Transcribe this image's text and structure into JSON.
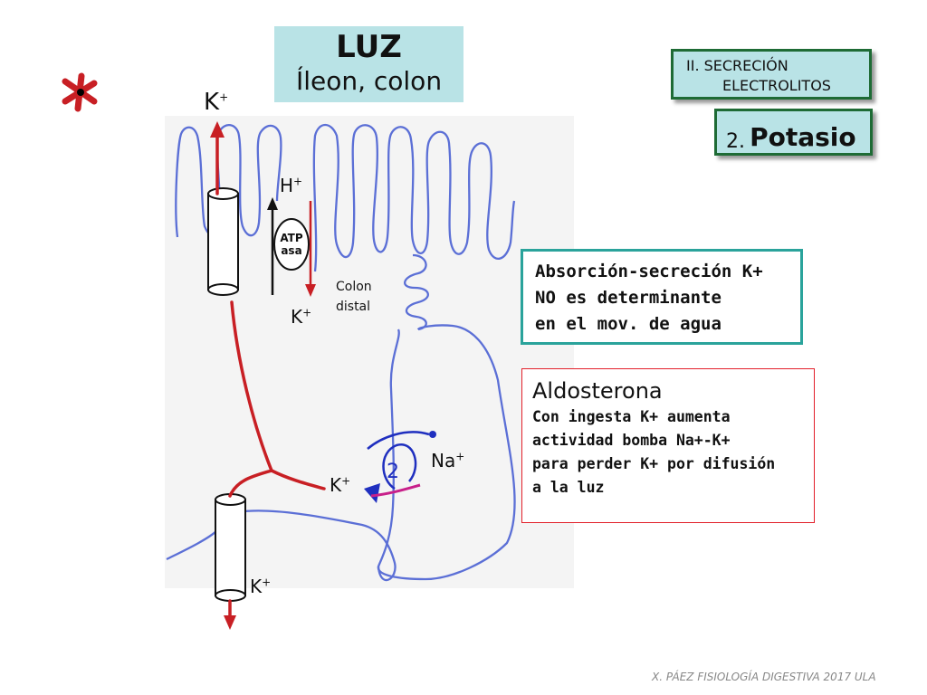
{
  "header": {
    "luz_title": "LUZ",
    "luz_subtitle": "Íleon, colon",
    "section_line1": "II. SECRECIÓN",
    "section_line2": "ELECTROLITOS",
    "topic_number": "2.",
    "topic_label": "Potasio"
  },
  "diagram": {
    "k_top": "K",
    "h_label": "H",
    "atp_line1": "ATP",
    "atp_line2": "asa",
    "k_pump": "K",
    "colon_line1": "Colon",
    "colon_line2": "distal",
    "k_mid": "K",
    "na_label": "Na",
    "k_bottom": "K",
    "plus": "+"
  },
  "info_box": {
    "lines": [
      "Absorción-secreción K+",
      "NO es determinante",
      "en el mov. de agua"
    ]
  },
  "aldosterone": {
    "title": "Aldosterona",
    "lines": [
      "Con ingesta K+ aumenta",
      "actividad bomba Na+-K+",
      "para perder K+ por difusión",
      "a la luz"
    ]
  },
  "footer": "X. PÁEZ   FISIOLOGÍA DIGESTIVA 2017 ULA",
  "colors": {
    "panel_fill": "#b9e3e6",
    "panel_border": "#1e6b35",
    "teal_border": "#2aa39b",
    "red_border": "#e21f2a",
    "membrane": "#5b6fd6",
    "flux_red": "#c81f24"
  }
}
